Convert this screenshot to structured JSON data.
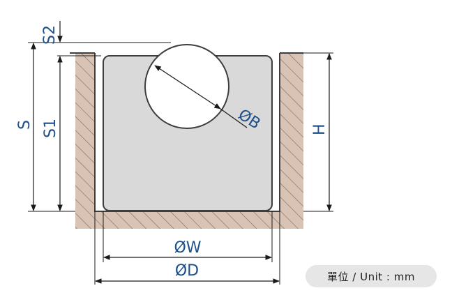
{
  "labels": {
    "s2": "S2",
    "s": "S",
    "s1": "S1",
    "h": "H",
    "diameter_b": "ØB",
    "diameter_w": "ØW",
    "diameter_d": "ØD"
  },
  "unit_badge": "單位 / Unit : mm",
  "colors": {
    "dimension": "#1e4f8a",
    "hatch": "#d9c3b5",
    "hatch_line": "#7d6a5f",
    "body_fill": "#d9d9d9",
    "outline": "#3d3d3d"
  }
}
